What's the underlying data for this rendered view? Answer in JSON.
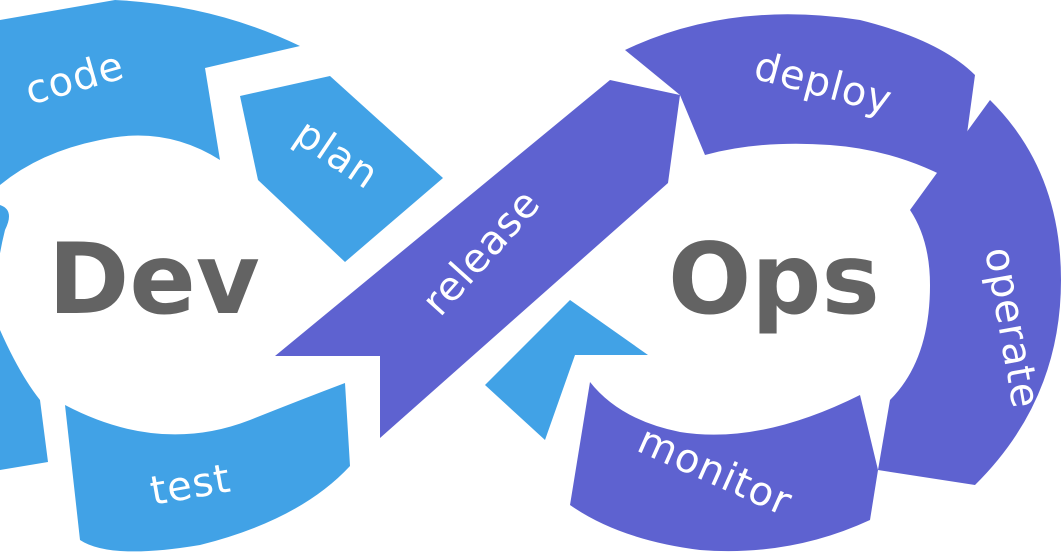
{
  "diagram": {
    "left_title": "Dev",
    "right_title": "Ops",
    "stages": {
      "code": "code",
      "plan": "plan",
      "release": "release",
      "deploy": "deploy",
      "operate": "operate",
      "monitor": "monitor",
      "test": "test"
    },
    "colors": {
      "dev_blue": "#41A2E6",
      "ops_purple": "#5E62D0",
      "title_gray": "#636363"
    }
  }
}
